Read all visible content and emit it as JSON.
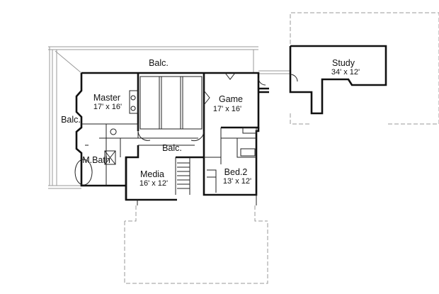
{
  "rooms": {
    "balc_top": {
      "name": "Balc."
    },
    "balc_left": {
      "name": "Balc."
    },
    "balc_center": {
      "name": "Balc."
    },
    "master": {
      "name": "Master",
      "size": "17' x 16'"
    },
    "game": {
      "name": "Game",
      "size": "17' x 16'"
    },
    "study": {
      "name": "Study",
      "size": "34' x 12'"
    },
    "mbath": {
      "name": "M.Bath"
    },
    "media": {
      "name": "Media",
      "size": "16' x 12'"
    },
    "bed2": {
      "name": "Bed.2",
      "size": "13' x 12'"
    }
  }
}
